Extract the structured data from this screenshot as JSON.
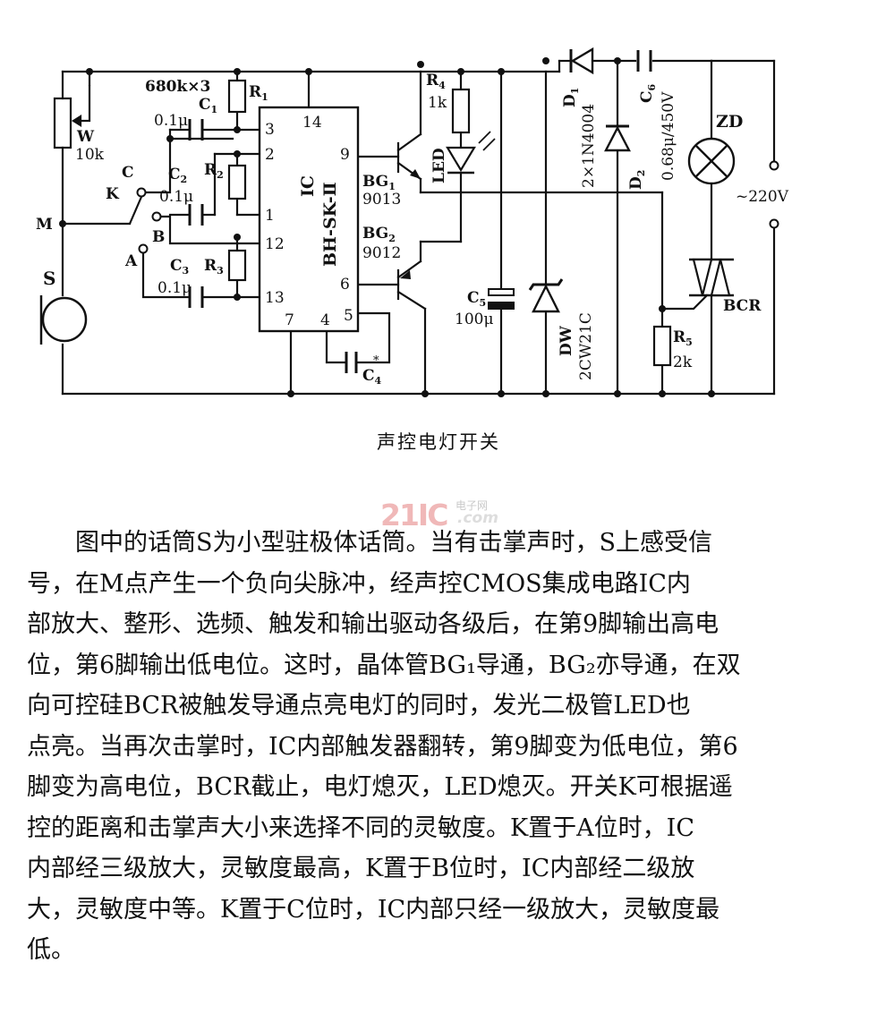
{
  "schematic": {
    "labels": {
      "r1_value": "680k×3",
      "r1": "R",
      "r1_sub": "1",
      "c1": "C",
      "c1_sub": "1",
      "c1_value": "0.1μ",
      "r2": "R",
      "r2_sub": "2",
      "c2": "C",
      "c2_sub": "2",
      "c2_value": "0.1μ",
      "r3": "R",
      "r3_sub": "3",
      "c3": "C",
      "c3_sub": "3",
      "c3_value": "0.1μ",
      "w": "W",
      "w_value": "10k",
      "switch_k": "K",
      "switch_c": "C",
      "switch_b": "B",
      "switch_a": "A",
      "node_m": "M",
      "mic_s": "S",
      "ic_label": "IC",
      "ic_part": "BH-SK-Ⅱ",
      "pin_3": "3",
      "pin_2": "2",
      "pin_1": "1",
      "pin_12": "12",
      "pin_13": "13",
      "pin_14": "14",
      "pin_9": "9",
      "pin_6": "6",
      "pin_7": "7",
      "pin_4": "4",
      "pin_5": "5",
      "c4": "C",
      "c4_sub": "4",
      "c4_mark": "*",
      "bg1": "BG",
      "bg1_sub": "1",
      "bg1_part": "9013",
      "bg2": "BG",
      "bg2_sub": "2",
      "bg2_part": "9012",
      "r4": "R",
      "r4_sub": "4",
      "r4_value": "1k",
      "led": "LED",
      "c5": "C",
      "c5_sub": "5",
      "c5_value": "100μ",
      "dw": "DW",
      "dw_part": "2CW21C",
      "d1": "D",
      "d1_sub": "1",
      "d_part": "2×1N4004",
      "d2": "D",
      "d2_sub": "2",
      "c6": "C",
      "c6_sub": "6",
      "c6_value": "0.68μ/450V",
      "zd": "ZD",
      "mains": "~220V",
      "bcr": "BCR",
      "r5": "R",
      "r5_sub": "5",
      "r5_value": "2k"
    }
  },
  "caption": "声控电灯开关",
  "watermark": {
    "main": "21IC",
    "sub": "电子网",
    "com": ".com"
  },
  "body_lines": [
    "图中的话筒S为小型驻极体话筒。当有击掌声时，S上感受信",
    "号，在M点产生一个负向尖脉冲，经声控CMOS集成电路IC内",
    "部放大、整形、选频、触发和输出驱动各级后，在第9脚输出高电",
    "位，第6脚输出低电位。这时，晶体管BG₁导通，BG₂亦导通，在双",
    "向可控硅BCR被触发导通点亮电灯的同时，发光二极管LED也",
    "点亮。当再次击掌时，IC内部触发器翻转，第9脚变为低电位，第6",
    "脚变为高电位，BCR截止，电灯熄灭，LED熄灭。开关K可根据遥",
    "控的距离和击掌声大小来选择不同的灵敏度。K置于A位时，IC",
    "内部经三级放大，灵敏度最高，K置于B位时，IC内部经二级放",
    "大，灵敏度中等。K置于C位时，IC内部只经一级放大，灵敏度最",
    "低。"
  ]
}
